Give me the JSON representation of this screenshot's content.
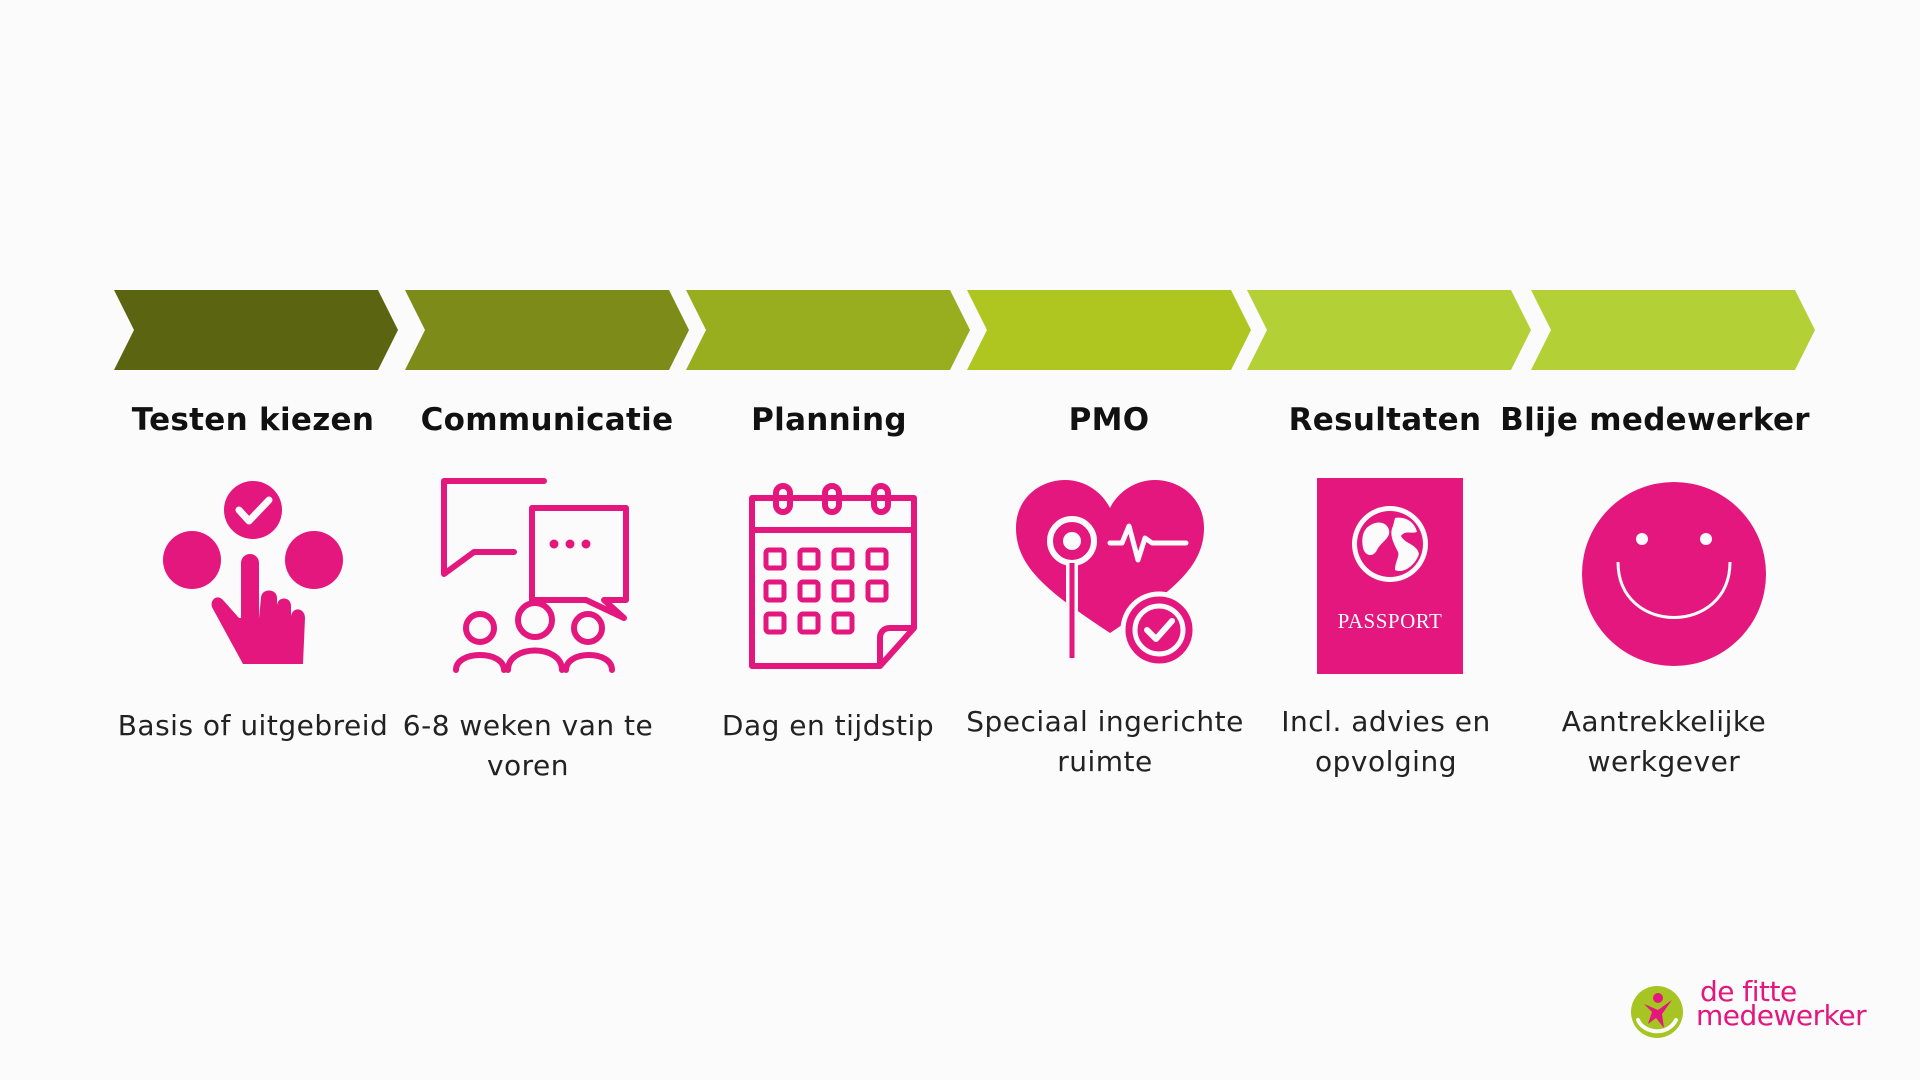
{
  "colors": {
    "pink": "#e3177e",
    "chevrons": [
      "#5a6411",
      "#7d8b19",
      "#98ae1f",
      "#aec61f",
      "#b3d137",
      "#b3d137"
    ]
  },
  "steps": [
    {
      "title": "Testen kiezen",
      "description": "Basis of uitgebreid",
      "icon": "finger-select-check-icon"
    },
    {
      "title": "Communicatie",
      "description": "6-8 weken van te voren",
      "icon": "chat-bubbles-people-icon"
    },
    {
      "title": "Planning",
      "description": "Dag en tijdstip",
      "icon": "calendar-icon"
    },
    {
      "title": "PMO",
      "description": "Speciaal ingerichte ruimte",
      "icon": "heart-stethoscope-check-icon"
    },
    {
      "title": "Resultaten",
      "description": "Incl. advies en opvolging",
      "icon": "passport-icon",
      "icon_text": "PASSPORT"
    },
    {
      "title": "Blije medewerker",
      "description": "Aantrekkelijke werkgever",
      "icon": "smiley-face-icon"
    }
  ],
  "logo": {
    "line1": "de fitte",
    "line2": "medewerker"
  }
}
